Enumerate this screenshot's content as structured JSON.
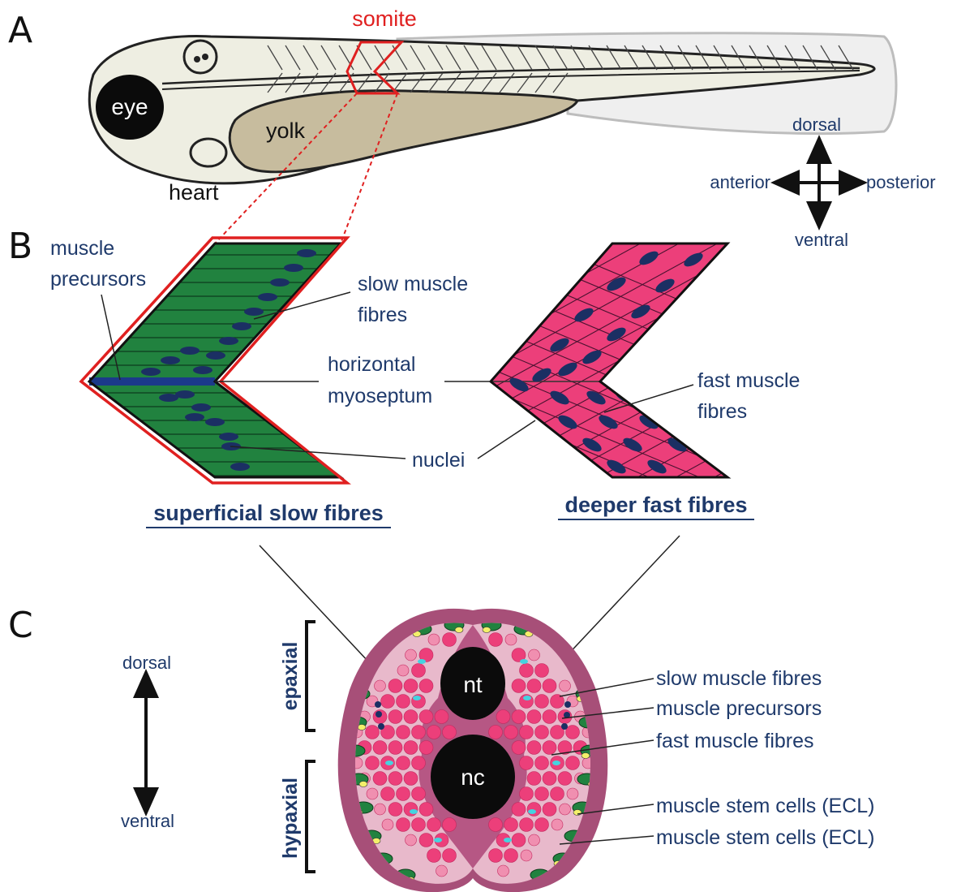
{
  "panels": {
    "a": "A",
    "b": "B",
    "c": "C"
  },
  "fish": {
    "somite": "somite",
    "eye": "eye",
    "yolk": "yolk",
    "heart": "heart"
  },
  "compass": {
    "dorsal": "dorsal",
    "ventral": "ventral",
    "anterior": "anterior",
    "posterior": "posterior"
  },
  "somite_detail": {
    "muscle_precursors": [
      "muscle",
      "precursors"
    ],
    "slow_muscle_fibres": [
      "slow muscle",
      "fibres"
    ],
    "horizontal_myoseptum": [
      "horizontal",
      "myoseptum"
    ],
    "fast_muscle_fibres": [
      "fast muscle",
      "fibres"
    ],
    "nuclei": "nuclei",
    "superficial_title": "superficial slow fibres",
    "deeper_title": "deeper fast fibres"
  },
  "cross_section": {
    "dorsal": "dorsal",
    "ventral": "ventral",
    "epaxial": "epaxial",
    "hypaxial": "hypaxial",
    "nt": "nt",
    "nc": "nc",
    "labels": [
      "slow muscle fibres",
      "muscle precursors",
      "fast muscle fibres",
      "muscle stem cells (ECL)",
      "muscle stem cells (ECL)"
    ]
  },
  "colors": {
    "slow_green": "#21823f",
    "fast_pink": "#ec3f7a",
    "nucleus_blue": "#1b2f63",
    "outline_red": "#e02020",
    "label_blue": "#1f3a6b",
    "yolk": "#c7bc9e",
    "body": "#eeeee2",
    "section_outer": "#a74f78",
    "section_inner": "#e8b9cb"
  }
}
